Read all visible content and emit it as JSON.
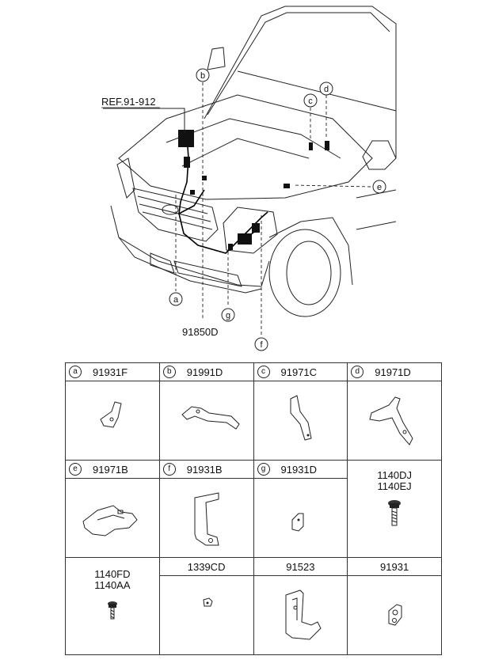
{
  "diagram": {
    "ref_label": "REF.91-912",
    "main_part": "91850D",
    "callouts": [
      "a",
      "b",
      "c",
      "d",
      "e",
      "f",
      "g"
    ]
  },
  "parts_table": {
    "rows": [
      [
        {
          "letter": "a",
          "code": "91931F"
        },
        {
          "letter": "b",
          "code": "91991D"
        },
        {
          "letter": "c",
          "code": "91971C"
        },
        {
          "letter": "d",
          "code": "91971D"
        }
      ],
      [
        {
          "letter": "e",
          "code": "91971B"
        },
        {
          "letter": "f",
          "code": "91931B"
        },
        {
          "letter": "g",
          "code": "91931D"
        },
        {
          "letter": "",
          "code": ""
        }
      ],
      [
        {
          "letter": "",
          "code": ""
        },
        {
          "letter": "",
          "code": "1339CD"
        },
        {
          "letter": "",
          "code": "91523"
        },
        {
          "letter": "",
          "code": "91931"
        }
      ]
    ],
    "bolt_a": [
      "1140DJ",
      "1140EJ"
    ],
    "bolt_b": [
      "1140FD",
      "1140AA"
    ]
  }
}
